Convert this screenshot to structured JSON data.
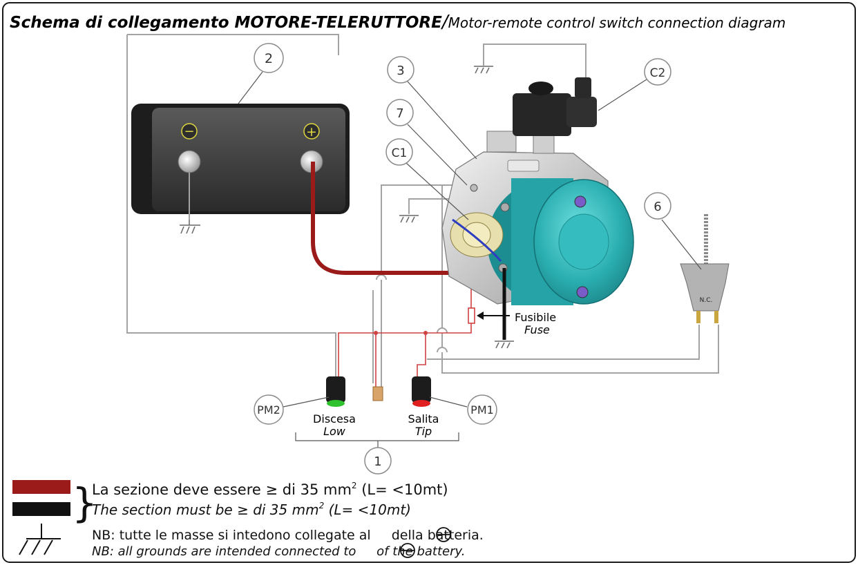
{
  "title": {
    "bold": "Schema di collegamento MOTORE-TELERUTTORE",
    "separator": "/",
    "normal": "Motor-remote control switch connection diagram"
  },
  "callouts": {
    "c1": "1",
    "c2": "2",
    "c3": "3",
    "c6": "6",
    "c7": "7",
    "cC1": "C1",
    "cC2": "C2",
    "cPM1": "PM1",
    "cPM2": "PM2"
  },
  "battery": {
    "minus": "−",
    "plus": "+"
  },
  "fuse": {
    "label_it": "Fusibile",
    "label_en": "Fuse"
  },
  "switch6": {
    "label": "N.C."
  },
  "buttons": {
    "low_it": "Discesa",
    "low_en": "Low",
    "tip_it": "Salita",
    "tip_en": "Tip"
  },
  "legend": {
    "section_it_a": "La sezione deve essere ≥ di 35 mm",
    "section_it_sup": "2",
    "section_it_b": " (L= <10mt)",
    "section_en_a": "The section must be ≥ di 35 mm",
    "section_en_sup": "2",
    "section_en_b": " (L= <10mt)",
    "nb_it_a": "NB: tutte le masse si intedono collegate al ",
    "nb_it_b": " della batteria.",
    "nb_en_a": "NB: all grounds are intended connected to ",
    "nb_en_b": " of the battery."
  },
  "colors": {
    "frame": "#1a1a1a",
    "wire_thin": "#a0a0a0",
    "wire_red": "#d04040",
    "wire_thick_red": "#9b1b1b",
    "wire_black": "#111111",
    "battery_body": "#3a3a3a",
    "motor_teal": "#2fb3b3",
    "callout_stroke": "#8a8a8a"
  }
}
